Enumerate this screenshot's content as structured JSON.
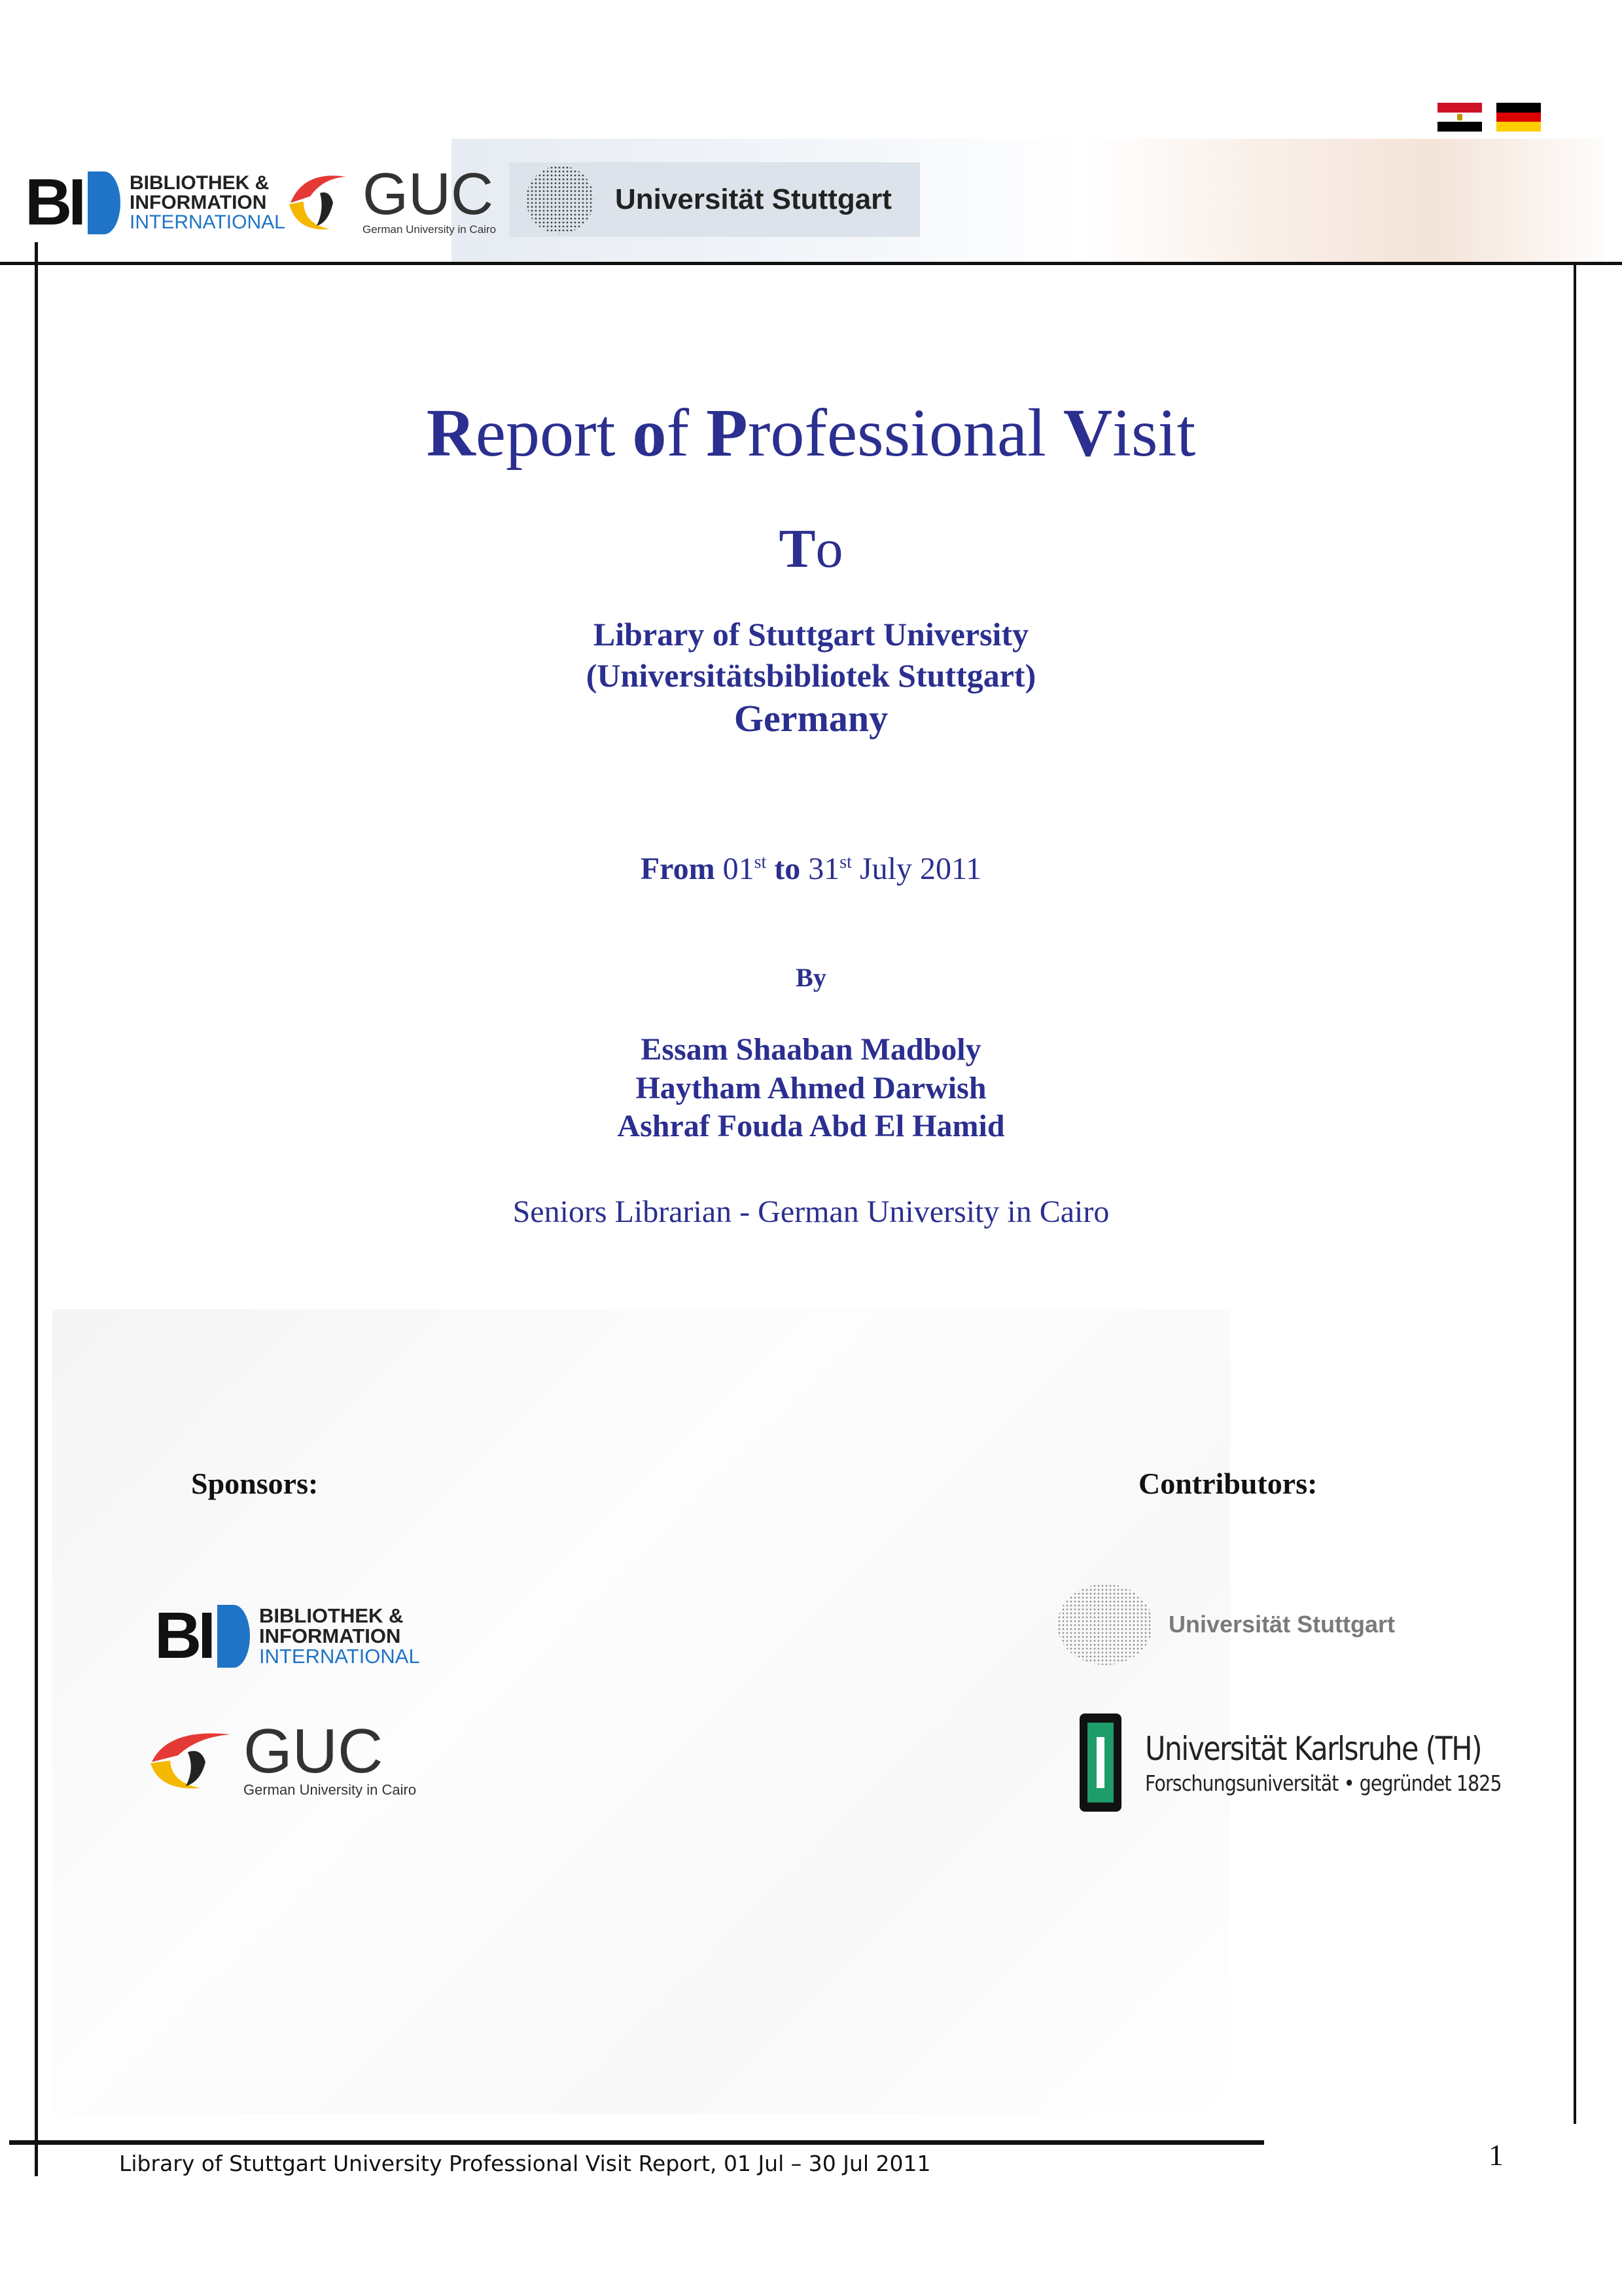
{
  "header": {
    "flags": [
      "egypt-flag",
      "germany-flag"
    ],
    "logos": {
      "bid": {
        "mark": "BI",
        "line1": "BIBLIOTHEK &",
        "line2": "INFORMATION",
        "line3": "INTERNATIONAL"
      },
      "guc": {
        "name": "GUC",
        "subtitle": "German University in Cairo"
      },
      "stuttgart": {
        "name": "Universität Stuttgart"
      }
    }
  },
  "title": {
    "part1_initial": "R",
    "part1_rest": "eport ",
    "part2_initial": "o",
    "part2_rest": "f ",
    "part3_initial": "P",
    "part3_rest": "rofessional ",
    "part4_initial": "V",
    "part4_rest": "isit"
  },
  "to": {
    "initial": "T",
    "rest": "o"
  },
  "library": {
    "name": "Library of Stuttgart University",
    "german_name": "(Universitätsbibliotek Stuttgart)",
    "country": "Germany"
  },
  "dates": {
    "from_label": "From",
    "start_day": "01",
    "start_suffix": "st",
    "to_label": "to",
    "end_day": "31",
    "end_suffix": "st",
    "month_year": "July 2011"
  },
  "by_label": "By",
  "authors": [
    "Essam Shaaban Madboly",
    "Haytham Ahmed Darwish",
    "Ashraf Fouda Abd El Hamid"
  ],
  "position": "Seniors Librarian - German University in Cairo",
  "sponsors": {
    "heading": "Sponsors:",
    "bid": {
      "mark": "BI",
      "line1": "BIBLIOTHEK &",
      "line2": "INFORMATION",
      "line3": "INTERNATIONAL"
    },
    "guc": {
      "name": "GUC",
      "subtitle": "German University in Cairo"
    }
  },
  "contributors": {
    "heading": "Contributors:",
    "stuttgart": {
      "name": "Universität Stuttgart"
    },
    "karlsruhe": {
      "name": "Universität Karlsruhe (TH)",
      "subtitle": "Forschungsuniversität • gegründet 1825"
    }
  },
  "footer": {
    "text": "Library of Stuttgart University Professional Visit Report, 01 Jul – 30 Jul 2011",
    "page_number": "1"
  },
  "colors": {
    "title_blue": "#2b2f8f",
    "rule": "#111111"
  }
}
